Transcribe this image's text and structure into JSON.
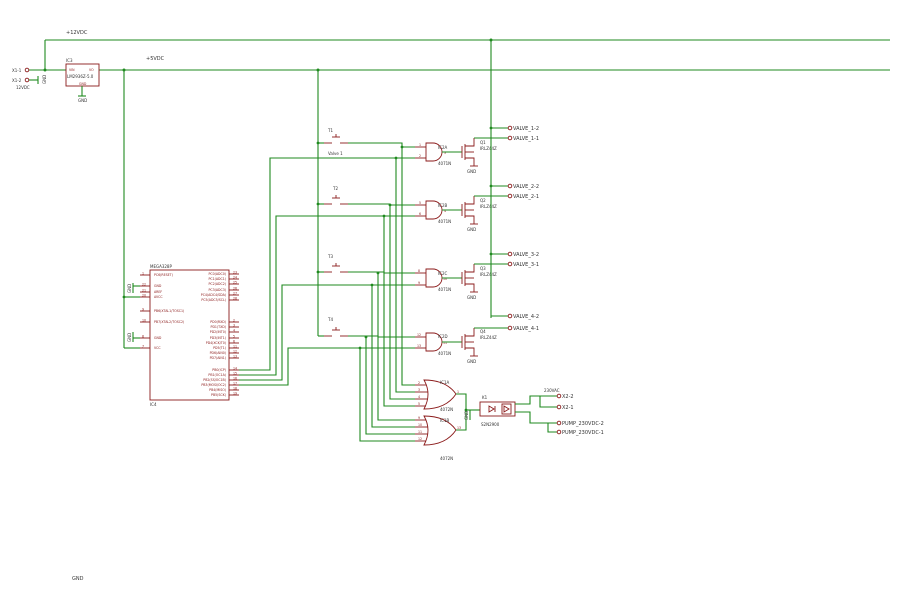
{
  "rails": {
    "v12": "+12VDC",
    "v5": "+5VDC",
    "gnd_bottom": "GND"
  },
  "input": {
    "x1_1": "X1-1",
    "x1_2": "X1-2",
    "v12": "12VDC"
  },
  "regulator": {
    "name": "IC3",
    "part": "LM2936Z-5.0",
    "vin": "VIN",
    "vo": "VO",
    "gnd": "GND",
    "gnd_pin": "GND",
    "gnd_rot": "GND"
  },
  "mcu": {
    "part": "MEGA328P",
    "name": "IC4",
    "left_pins": [
      "PC6(RESET)",
      "GND",
      "AREF",
      "AVCC",
      "PB6(XTAL1/TOSC1)",
      "PB7(XTAL2/TOSC2)",
      "GND",
      "VCC"
    ],
    "left_nums": [
      "1",
      "22",
      "21",
      "20",
      "9",
      "10",
      "8",
      "7"
    ],
    "right_pins": [
      "PC0(ADC0)",
      "PC1(ADC1)",
      "PC2(ADC2)",
      "PC3(ADC3)",
      "PC4(ADC4/SDA)",
      "PC5(ADC5/SCL)",
      "PD0(RXD)",
      "PD1(TXD)",
      "PD2(INT0)",
      "PD3(INT1)",
      "PD4(XCK/T0)",
      "PD5(T1)",
      "PD6(AIN0)",
      "PD7(AIN1)",
      "PB0(ICP)",
      "PB1(OC1A)",
      "PB2(SS/OC1B)",
      "PB3(MOSI/OC2)",
      "PB4(MISO)",
      "PB5(SCK)"
    ],
    "right_nums": [
      "23",
      "24",
      "25",
      "26",
      "27",
      "28",
      "2",
      "3",
      "4",
      "5",
      "6",
      "11",
      "12",
      "13",
      "14",
      "15",
      "16",
      "17",
      "18",
      "19"
    ],
    "gnd_a": "GND",
    "gnd_b": "GND"
  },
  "switches": [
    {
      "name": "T1",
      "label": "Valve 1"
    },
    {
      "name": "T2",
      "label": ""
    },
    {
      "name": "T3",
      "label": ""
    },
    {
      "name": "T4",
      "label": ""
    }
  ],
  "and_gates": [
    {
      "name": "IC2A",
      "part": "4071N",
      "pins": [
        "1",
        "2",
        "3"
      ]
    },
    {
      "name": "IC2B",
      "part": "4071N",
      "pins": [
        "5",
        "6",
        "4"
      ]
    },
    {
      "name": "IC2C",
      "part": "4071N",
      "pins": [
        "8",
        "9",
        "10"
      ]
    },
    {
      "name": "IC2D",
      "part": "4071N",
      "pins": [
        "12",
        "13",
        "11"
      ]
    }
  ],
  "mosfets": [
    {
      "name": "Q1",
      "part": "IRLZ44Z",
      "gnd": "GND"
    },
    {
      "name": "Q2",
      "part": "IRLZ44Z",
      "gnd": "GND"
    },
    {
      "name": "Q3",
      "part": "IRLZ44Z",
      "gnd": "GND"
    },
    {
      "name": "Q4",
      "part": "IRLZ44Z",
      "gnd": "GND"
    }
  ],
  "valves": [
    "VALVE_1-2",
    "VALVE_1-1",
    "VALVE_2-2",
    "VALVE_2-1",
    "VALVE_3-2",
    "VALVE_3-1",
    "VALVE_4-2",
    "VALVE_4-1"
  ],
  "or_gates": [
    {
      "name": "IC1A",
      "part": "4072N",
      "pins": [
        "2",
        "3",
        "4",
        "5",
        "1"
      ]
    },
    {
      "name": "IC1B",
      "part": "4072N",
      "pins": [
        "9",
        "10",
        "11",
        "12",
        "13"
      ]
    }
  ],
  "ssr": {
    "name": "K1",
    "part": "S2N2900",
    "gnd": "GND"
  },
  "ac": {
    "label": "230VAC",
    "x2_2": "X2-2",
    "x2_1": "X2-1",
    "pump2": "PUMP_230VDC-2",
    "pump1": "PUMP_230VDC-1"
  }
}
